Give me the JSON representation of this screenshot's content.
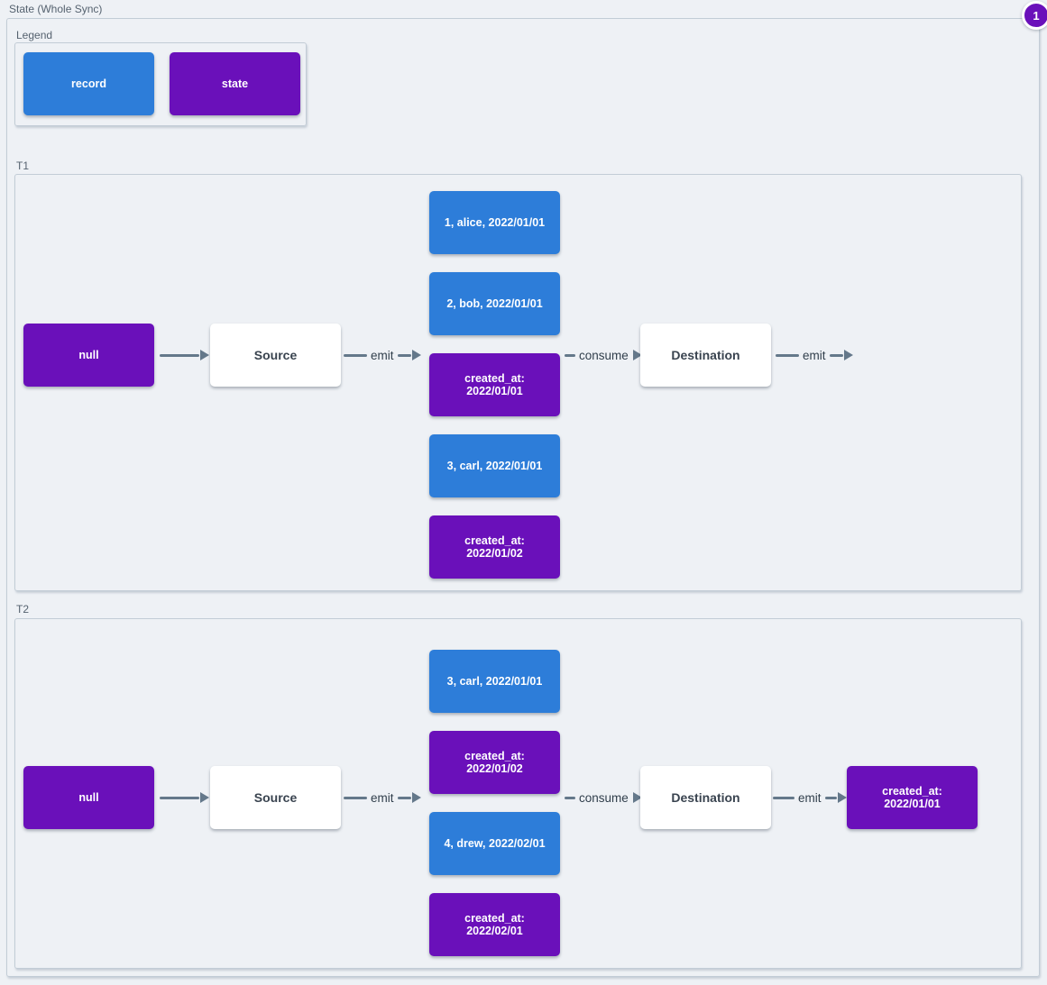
{
  "page": {
    "title": "State (Whole Sync)",
    "badge": "1"
  },
  "colors": {
    "record": "#2d7dd9",
    "state": "#6a10ba",
    "arrow": "#64788a",
    "background": "#eef1f5"
  },
  "legend": {
    "label": "Legend",
    "items": [
      {
        "text": "record",
        "type": "record"
      },
      {
        "text": "state",
        "type": "state"
      }
    ]
  },
  "sections": [
    {
      "label": "T1",
      "null_label": "null",
      "source_label": "Source",
      "destination_label": "Destination",
      "emit_label": "emit",
      "consume_label": "consume",
      "emit_out_label": "emit",
      "records": [
        {
          "text": "1, alice, 2022/01/01",
          "type": "record"
        },
        {
          "text": "2, bob, 2022/01/01",
          "type": "record"
        },
        {
          "text": "created_at:\n2022/01/01",
          "type": "state"
        },
        {
          "text": "3, carl, 2022/01/01",
          "type": "record"
        },
        {
          "text": "created_at:\n2022/01/02",
          "type": "state"
        }
      ]
    },
    {
      "label": "T2",
      "null_label": "null",
      "source_label": "Source",
      "destination_label": "Destination",
      "emit_label": "emit",
      "consume_label": "consume",
      "emit_out_label": "emit",
      "records": [
        {
          "text": "3, carl, 2022/01/01",
          "type": "record"
        },
        {
          "text": "created_at:\n2022/01/02",
          "type": "state"
        },
        {
          "text": "4, drew, 2022/02/01",
          "type": "record"
        },
        {
          "text": "created_at:\n2022/02/01",
          "type": "state"
        }
      ],
      "final_state": "created_at:\n2022/01/01"
    }
  ]
}
